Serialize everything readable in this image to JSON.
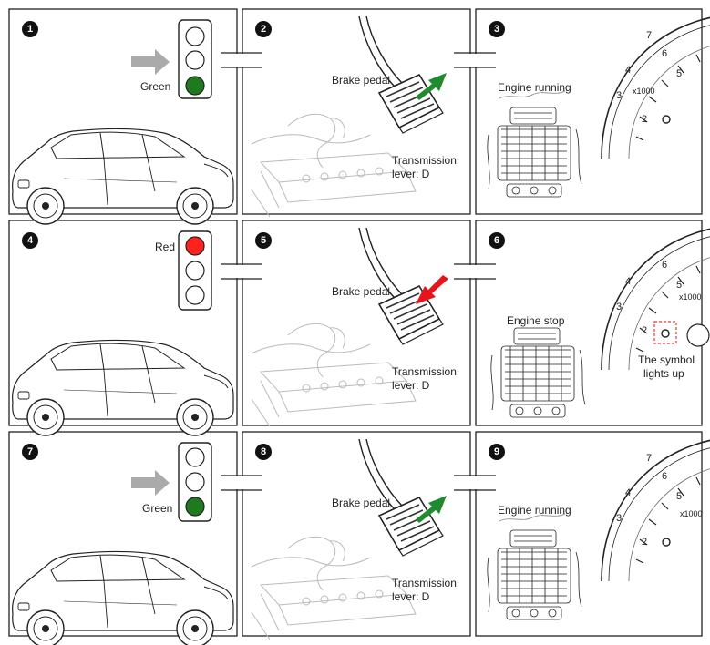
{
  "panels": [
    {
      "number": "1",
      "label": "Green"
    },
    {
      "number": "2",
      "pedal_label": "Brake pedal",
      "lever_line1": "Transmission",
      "lever_line2": "lever: D"
    },
    {
      "number": "3",
      "engine_label": "Engine running"
    },
    {
      "number": "4",
      "label": "Red"
    },
    {
      "number": "5",
      "pedal_label": "Brake pedal",
      "lever_line1": "Transmission",
      "lever_line2": "lever: D"
    },
    {
      "number": "6",
      "engine_label": "Engine stop",
      "symbol_line1": "The symbol",
      "symbol_line2": "lights up"
    },
    {
      "number": "7",
      "label": "Green"
    },
    {
      "number": "8",
      "pedal_label": "Brake pedal",
      "lever_line1": "Transmission",
      "lever_line2": "lever: D"
    },
    {
      "number": "9",
      "engine_label": "Engine running"
    }
  ],
  "gauge": {
    "ticks": [
      "7",
      "6",
      "5",
      "4",
      "3",
      "2"
    ],
    "unit": "x1000"
  },
  "colors": {
    "green": "#1f7a1f",
    "red": "#ff2020",
    "arrow_gray": "#aaaaaa",
    "arrow_green": "#1f8a2e",
    "arrow_red": "#e8141c",
    "dash_red": "#e33"
  }
}
